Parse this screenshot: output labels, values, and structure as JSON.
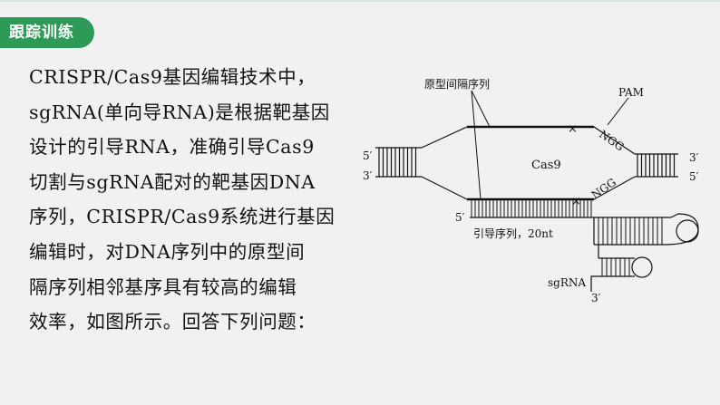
{
  "header": {
    "tag_label": "跟踪训练"
  },
  "question": {
    "lines": [
      "CRISPR/Cas9基因编辑技术中，",
      "sgRNA(单向导RNA)是根据靶基因",
      "设计的引导RNA，准确引导Cas9",
      "切割与sgRNA配对的靶基因DNA",
      "序列，CRISPR/Cas9系统进行基因",
      "编辑时，对DNA序列中的原型间",
      "隔序列相邻基序具有较高的编辑",
      "效率，如图所示。回答下列问题："
    ]
  },
  "figure": {
    "protospacer_label": "原型间隔序列",
    "pam_label": "PAM",
    "cas9_label": "Cas9",
    "ngg_top": "NGG",
    "ngg_bottom": "NGG",
    "left_5prime": "5′",
    "left_3prime": "3′",
    "right_3prime": "3′",
    "right_5prime": "5′",
    "guide_5prime": "5′",
    "guide_label": "引导序列，20nt",
    "sgrna_label": "sgRNA",
    "sgrna_3prime": "3′",
    "cut_mark": "×"
  }
}
